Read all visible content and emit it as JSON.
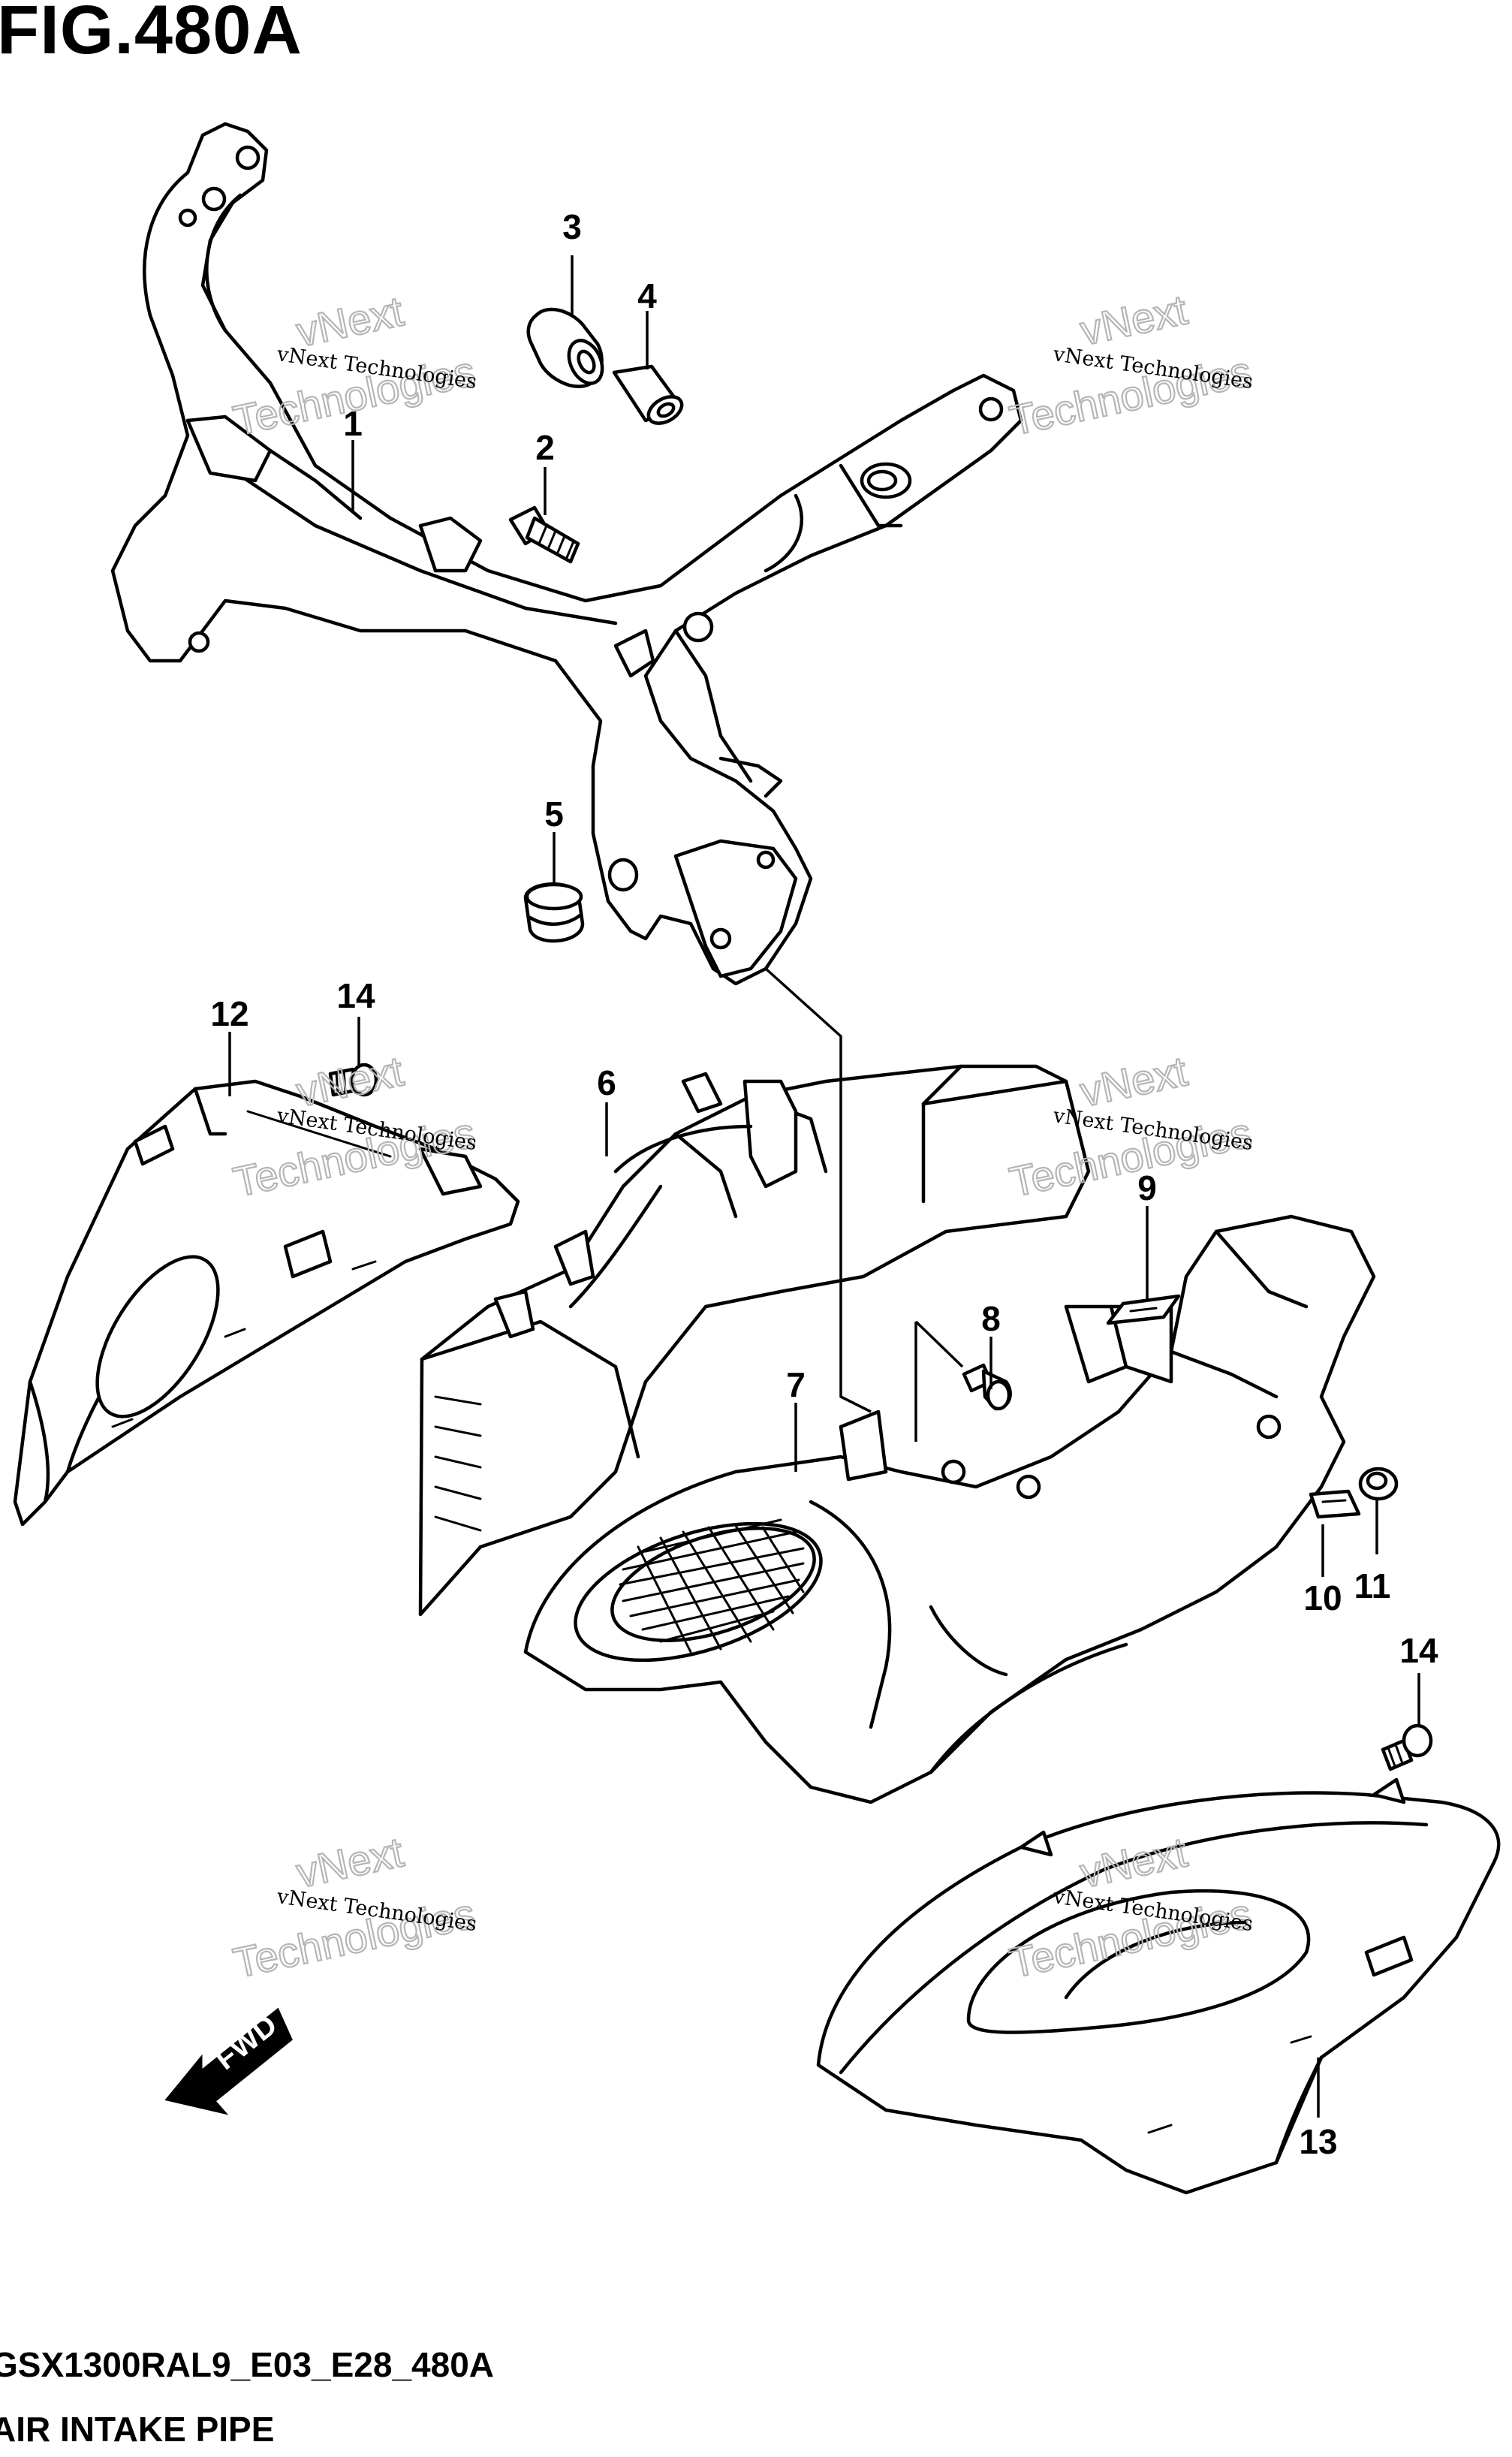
{
  "figure": {
    "title": "FIG.480A",
    "model_code": "GSX1300RAL9_E03_E28_480A",
    "name": "AIR INTAKE PIPE"
  },
  "watermark": {
    "line1": "vNext Technologies",
    "line2": "vNext",
    "line3": "Technologies"
  },
  "direction_label": "FWD",
  "callouts": [
    {
      "id": "c1",
      "label": "1"
    },
    {
      "id": "c2",
      "label": "2"
    },
    {
      "id": "c3",
      "label": "3"
    },
    {
      "id": "c4",
      "label": "4"
    },
    {
      "id": "c5",
      "label": "5"
    },
    {
      "id": "c6",
      "label": "6"
    },
    {
      "id": "c7",
      "label": "7"
    },
    {
      "id": "c8",
      "label": "8"
    },
    {
      "id": "c9",
      "label": "9"
    },
    {
      "id": "c10",
      "label": "10"
    },
    {
      "id": "c11",
      "label": "11"
    },
    {
      "id": "c12",
      "label": "12"
    },
    {
      "id": "c13",
      "label": "13"
    },
    {
      "id": "c14a",
      "label": "14"
    },
    {
      "id": "c14b",
      "label": "14"
    }
  ]
}
